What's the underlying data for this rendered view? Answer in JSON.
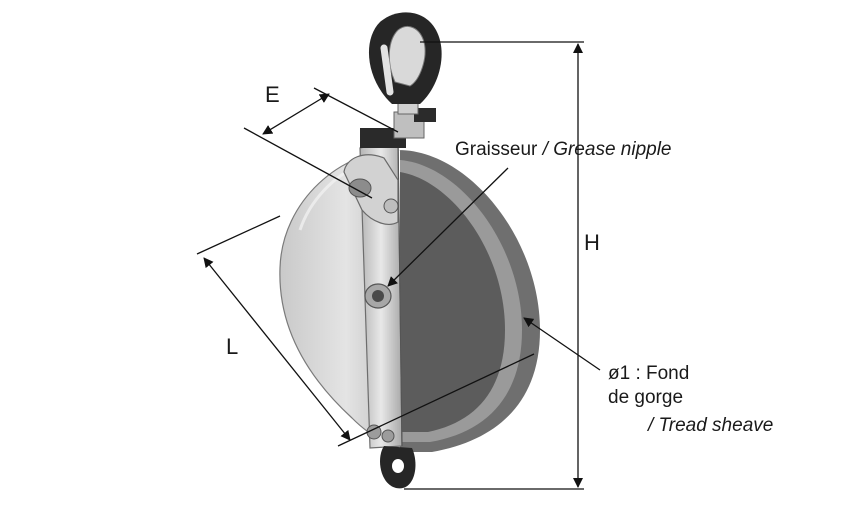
{
  "dimensions": {
    "E": "E",
    "L": "L",
    "H": "H"
  },
  "callouts": {
    "grease_fr": "Graisseur",
    "grease_en": "/ Grease nipple",
    "sheave_fr_1": "ø1 : Fond",
    "sheave_fr_2": "de gorge",
    "sheave_en": "/ Tread sheave"
  }
}
